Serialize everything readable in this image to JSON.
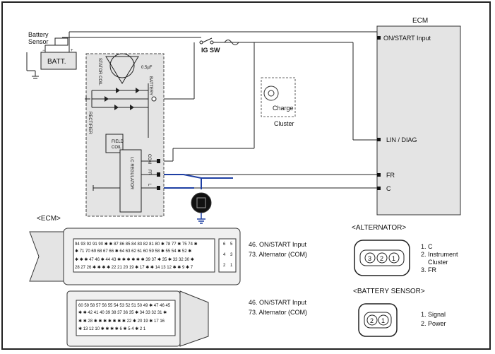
{
  "ecm": {
    "title": "ECM",
    "on_start_input": "ON/START Input",
    "lin_diag": "LIN / DIAG",
    "fr": "FR",
    "c": "C"
  },
  "battery": {
    "sensor_label_1": "Battery",
    "sensor_label_2": "Sensor",
    "batt": "BATT."
  },
  "ig_sw": "IG SW",
  "cluster": {
    "charge": "Charge",
    "label": "Cluster"
  },
  "alternator": {
    "stator_coil": "STATOR COIL",
    "field_coil_1": "FIELD",
    "field_coil_2": "COIL",
    "rectifier": "RECTIFIER",
    "battery_term": "BATTERY",
    "cap": "0.5µF",
    "ic_regulator": "I.C REGULATOR",
    "com": "COM",
    "fr": "FR",
    "l": "L"
  },
  "ecm_connector": {
    "title": "<ECM>",
    "row1": "94 93 92 91 90 ✱ ✱ 87 86 85 84 83 82 81 80 ✱ 78 77 ✱ 75 74 ✱",
    "row2": "✱ 71 70 69 68 67 66 ✱ 64 63 62 61 60 59 58 ✱ 55 54 ✱ 52 ✱",
    "row3": "✱ ✱ ✱ 47 46 ✱ 44 43 ✱ ✱ ✱ ✱ ✱ ✱ 39 37 ✱ 35 ✱ 33 32 30 ✱",
    "row4": "28 27 26 ✱ ✱ ✱ ✱ 22 21 20 19 ✱ 17 ✱ ✱ 14 13 12 ✱ ✱ 9 ✱ 7",
    "side": [
      "6",
      "5",
      "4",
      "3",
      "2",
      "1"
    ],
    "note1": "46. ON/START Input",
    "note2": "73. Alternator (COM)"
  },
  "ecm_connector_2": {
    "row1": "60 59 58 57 56 55 54 53 52 51 50 49 ✱ 47 46 45",
    "row2": "✱ ✱ 42 41 40 39 38 37 36 35 ✱ 34 33 32 31 ✱",
    "row3": "✱ ✱ 28 ✱ ✱ ✱ ✱ ✱ ✱ ✱ 22 ✱ 20 19 ✱ 17 16",
    "row4": "✱ 13 12 10 ✱ ✱ ✱ ✱ 6 ✱ 5 4 ✱ 2 1",
    "note1": "46. ON/START Input",
    "note2": "73. Alternator (COM)"
  },
  "alternator_connector": {
    "title": "<ALTERNATOR>",
    "pins": [
      "3",
      "2",
      "1"
    ],
    "legend": [
      "1. C",
      "2. Instrument",
      "Cluster",
      "3. FR"
    ]
  },
  "battery_sensor_connector": {
    "title": "<BATTERY SENSOR>",
    "pins": [
      "2",
      "1"
    ],
    "legend": [
      "1. Signal",
      "2. Power"
    ]
  },
  "colors": {
    "wire": "#222222",
    "shield_wire": "#1e3fa3",
    "module_fill": "#e4e4e4",
    "cluster_fill": "#e8e8e8"
  }
}
